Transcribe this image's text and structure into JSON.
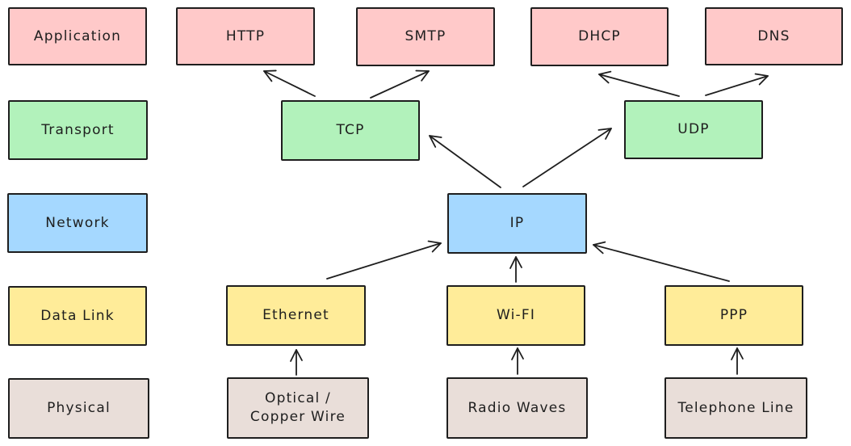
{
  "diagram": {
    "type": "network-protocol-layer-diagram",
    "layers": [
      {
        "id": "application",
        "label": "Application",
        "color": "#ffc9c9"
      },
      {
        "id": "transport",
        "label": "Transport",
        "color": "#b2f2bb"
      },
      {
        "id": "network",
        "label": "Network",
        "color": "#a5d8ff"
      },
      {
        "id": "datalink",
        "label": "Data Link",
        "color": "#ffec99"
      },
      {
        "id": "physical",
        "label": "Physical",
        "color": "#e9ded9"
      }
    ],
    "nodes": {
      "application": {
        "label": "Application"
      },
      "http": {
        "label": "HTTP"
      },
      "smtp": {
        "label": "SMTP"
      },
      "dhcp": {
        "label": "DHCP"
      },
      "dns": {
        "label": "DNS"
      },
      "transport": {
        "label": "Transport"
      },
      "tcp": {
        "label": "TCP"
      },
      "udp": {
        "label": "UDP"
      },
      "network": {
        "label": "Network"
      },
      "ip": {
        "label": "IP"
      },
      "datalink": {
        "label": "Data Link"
      },
      "ethernet": {
        "label": "Ethernet"
      },
      "wifi": {
        "label": "Wi-FI"
      },
      "ppp": {
        "label": "PPP"
      },
      "physical": {
        "label": "Physical"
      },
      "optical": {
        "label": "Optical /\nCopper Wire"
      },
      "radio": {
        "label": "Radio Waves"
      },
      "telephone": {
        "label": "Telephone Line"
      }
    },
    "edges": [
      {
        "from": "TCP",
        "to": "HTTP"
      },
      {
        "from": "TCP",
        "to": "SMTP"
      },
      {
        "from": "UDP",
        "to": "DHCP"
      },
      {
        "from": "UDP",
        "to": "DNS"
      },
      {
        "from": "IP",
        "to": "TCP"
      },
      {
        "from": "IP",
        "to": "UDP"
      },
      {
        "from": "Ethernet",
        "to": "IP"
      },
      {
        "from": "Wi-FI",
        "to": "IP"
      },
      {
        "from": "PPP",
        "to": "IP"
      },
      {
        "from": "Optical / Copper Wire",
        "to": "Ethernet"
      },
      {
        "from": "Radio Waves",
        "to": "Wi-FI"
      },
      {
        "from": "Telephone Line",
        "to": "PPP"
      }
    ],
    "colors": {
      "stroke": "#1e1e1e",
      "background": "#ffffff",
      "application_fill": "#ffc9c9",
      "transport_fill": "#b2f2bb",
      "network_fill": "#a5d8ff",
      "datalink_fill": "#ffec99",
      "physical_fill": "#e9ded9"
    }
  }
}
